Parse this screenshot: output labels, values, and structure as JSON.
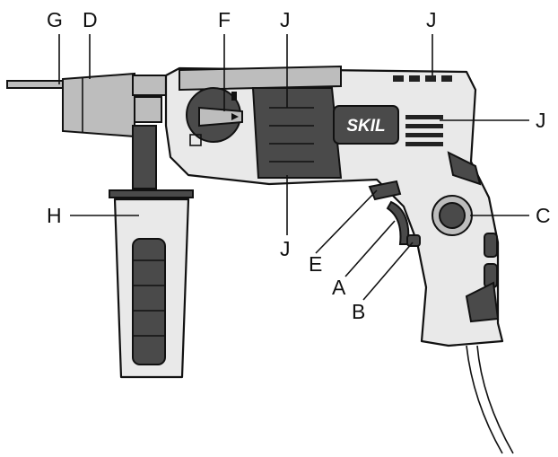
{
  "brand": "SKIL",
  "labels": {
    "G": "G",
    "D": "D",
    "F": "F",
    "J_top": "J",
    "J_top_right": "J",
    "J_right": "J",
    "J_bottom": "J",
    "C": "C",
    "H": "H",
    "E": "E",
    "A": "A",
    "B": "B"
  }
}
